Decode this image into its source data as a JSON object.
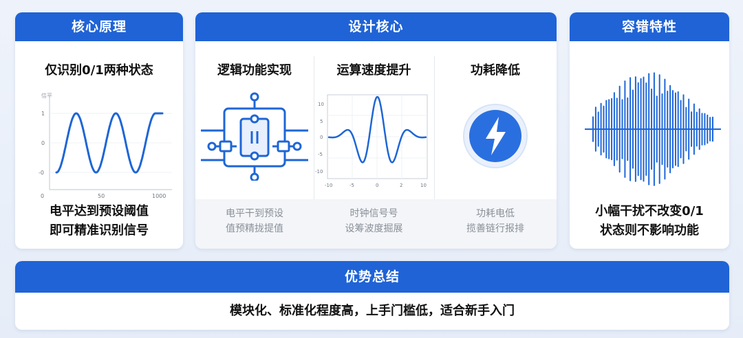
{
  "left": {
    "header": "核心原理",
    "subtitle": "仅识别0/1两种状态",
    "chart_data": {
      "type": "line",
      "ylabel": "信平",
      "x_ticks": [
        "0",
        "50",
        "1000"
      ],
      "y_ticks": [
        "1",
        "0",
        "-0"
      ],
      "series": [
        {
          "shape": "sine",
          "cycles": 2.5
        }
      ]
    },
    "caption_line1": "电平达到预设阈值",
    "caption_line2": "即可精准识别信号"
  },
  "middle": {
    "header": "设计核心",
    "col1": {
      "title": "逻辑功能实现",
      "icon": "logic-circuit-icon",
      "faded1": "电平干到预设",
      "faded2": "值预精拢提值"
    },
    "col2": {
      "title": "运算速度提升",
      "faded1": "时钟信号号",
      "faded2": "设筹波度掘展",
      "chart_data": {
        "type": "line",
        "x_ticks": [
          "-10",
          "-5",
          "0",
          "2",
          "10"
        ],
        "y_ticks": [
          "10",
          "5",
          "0",
          "-5",
          "-10"
        ],
        "series": [
          {
            "shape": "wave-packet",
            "cycles": 3
          }
        ]
      }
    },
    "col3": {
      "title": "功耗降低",
      "icon": "lightning-bolt-icon",
      "faded1": "功耗电低",
      "faded2": "揽善链行报排"
    }
  },
  "right": {
    "header": "容错特性",
    "icon": "sound-wave-icon",
    "caption_line1": "小幅干扰不改变0/1",
    "caption_line2": "状态则不影响功能"
  },
  "bottom": {
    "header": "优势总结",
    "text": "模块化、标准化程度高，上手门槛低，适合新手入门"
  },
  "colors": {
    "primary": "#1f63d6",
    "wave": "#1e66d6",
    "icon_bg": "#2a6fe0"
  }
}
